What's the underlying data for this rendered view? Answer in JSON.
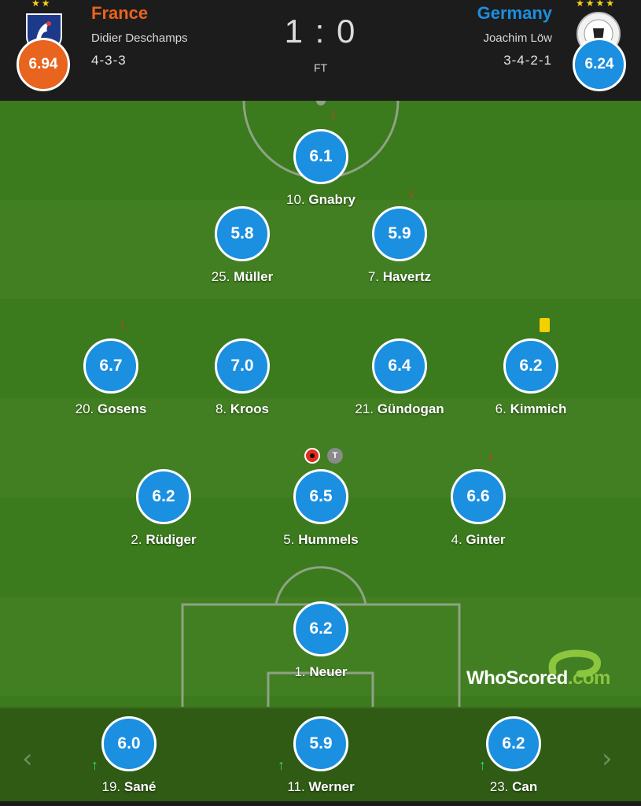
{
  "match": {
    "score": "1 : 0",
    "status": "FT",
    "home": {
      "name": "France",
      "manager": "Didier Deschamps",
      "formation": "4-3-3",
      "rating": "6.94",
      "stars": "★★",
      "color": "#e8641f"
    },
    "away": {
      "name": "Germany",
      "manager": "Joachim Löw",
      "formation": "3-4-2-1",
      "rating": "6.24",
      "stars": "★★★★",
      "color": "#1b8fe0"
    }
  },
  "lineup": {
    "rows": [
      [
        {
          "number": "10.",
          "name": "Gnabry",
          "rating": "6.1",
          "events": [
            "sub-off"
          ]
        }
      ],
      [
        {
          "number": "25.",
          "name": "Müller",
          "rating": "5.8",
          "events": []
        },
        {
          "number": "7.",
          "name": "Havertz",
          "rating": "5.9",
          "events": [
            "sub-off"
          ]
        }
      ],
      [
        {
          "number": "20.",
          "name": "Gosens",
          "rating": "6.7",
          "events": [
            "sub-off"
          ]
        },
        {
          "number": "8.",
          "name": "Kroos",
          "rating": "7.0",
          "events": []
        },
        {
          "number": "21.",
          "name": "Gündogan",
          "rating": "6.4",
          "events": []
        },
        {
          "number": "6.",
          "name": "Kimmich",
          "rating": "6.2",
          "events": [
            "yellow-card"
          ]
        }
      ],
      [
        {
          "number": "2.",
          "name": "Rüdiger",
          "rating": "6.2",
          "events": []
        },
        {
          "number": "5.",
          "name": "Hummels",
          "rating": "6.5",
          "events": [
            "own-goal",
            "T"
          ]
        },
        {
          "number": "4.",
          "name": "Ginter",
          "rating": "6.6",
          "events": [
            "sub-off"
          ]
        }
      ],
      [
        {
          "number": "1.",
          "name": "Neuer",
          "rating": "6.2",
          "events": []
        }
      ]
    ]
  },
  "bench": [
    {
      "number": "19.",
      "name": "Sané",
      "rating": "6.0",
      "events": [
        "sub-on"
      ]
    },
    {
      "number": "11.",
      "name": "Werner",
      "rating": "5.9",
      "events": [
        "sub-on"
      ]
    },
    {
      "number": "23.",
      "name": "Can",
      "rating": "6.2",
      "events": [
        "sub-on"
      ]
    }
  ],
  "icons": {
    "sub_off": "↓",
    "sub_on": "↑",
    "t_badge": "T",
    "prev": "‹",
    "next": "›"
  },
  "brand": {
    "name": "WhoScored",
    "tld": ".com"
  }
}
